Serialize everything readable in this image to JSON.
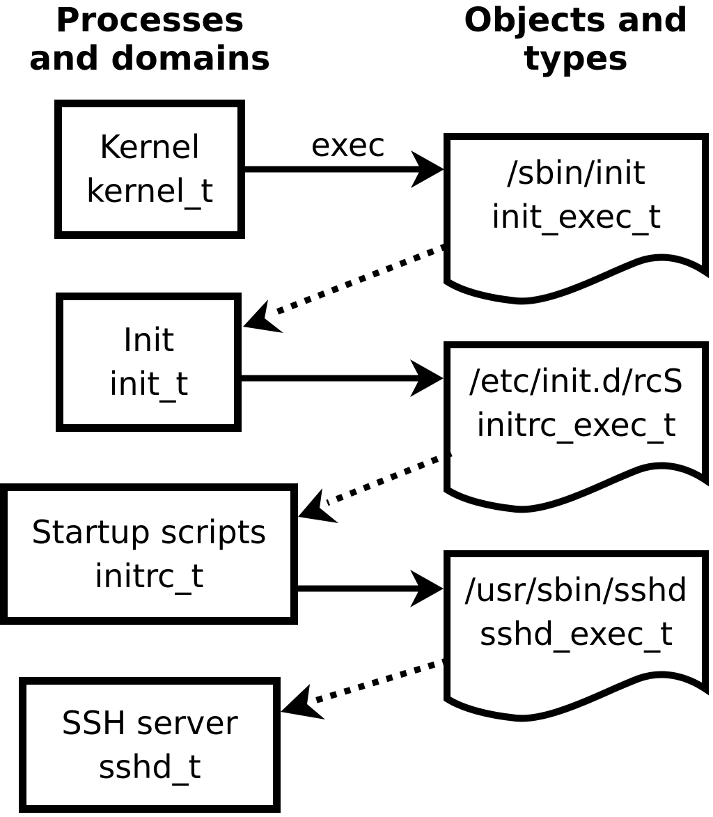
{
  "diagram": {
    "headers": {
      "left": {
        "line1": "Processes",
        "line2": "and domains"
      },
      "right": {
        "line1": "Objects and",
        "line2": "types"
      }
    },
    "processes": [
      {
        "name": "Kernel",
        "type": "kernel_t"
      },
      {
        "name": "Init",
        "type": "init_t"
      },
      {
        "name": "Startup scripts",
        "type": "initrc_t"
      },
      {
        "name": "SSH server",
        "type": "sshd_t"
      }
    ],
    "objects": [
      {
        "path": "/sbin/init",
        "type": "init_exec_t"
      },
      {
        "path": "/etc/init.d/rcS",
        "type": "initrc_exec_t"
      },
      {
        "path": "/usr/sbin/sshd",
        "type": "sshd_exec_t"
      }
    ],
    "edge_labels": {
      "exec": "exec"
    },
    "colors": {
      "foreground": "#000000",
      "background": "#ffffff"
    }
  }
}
